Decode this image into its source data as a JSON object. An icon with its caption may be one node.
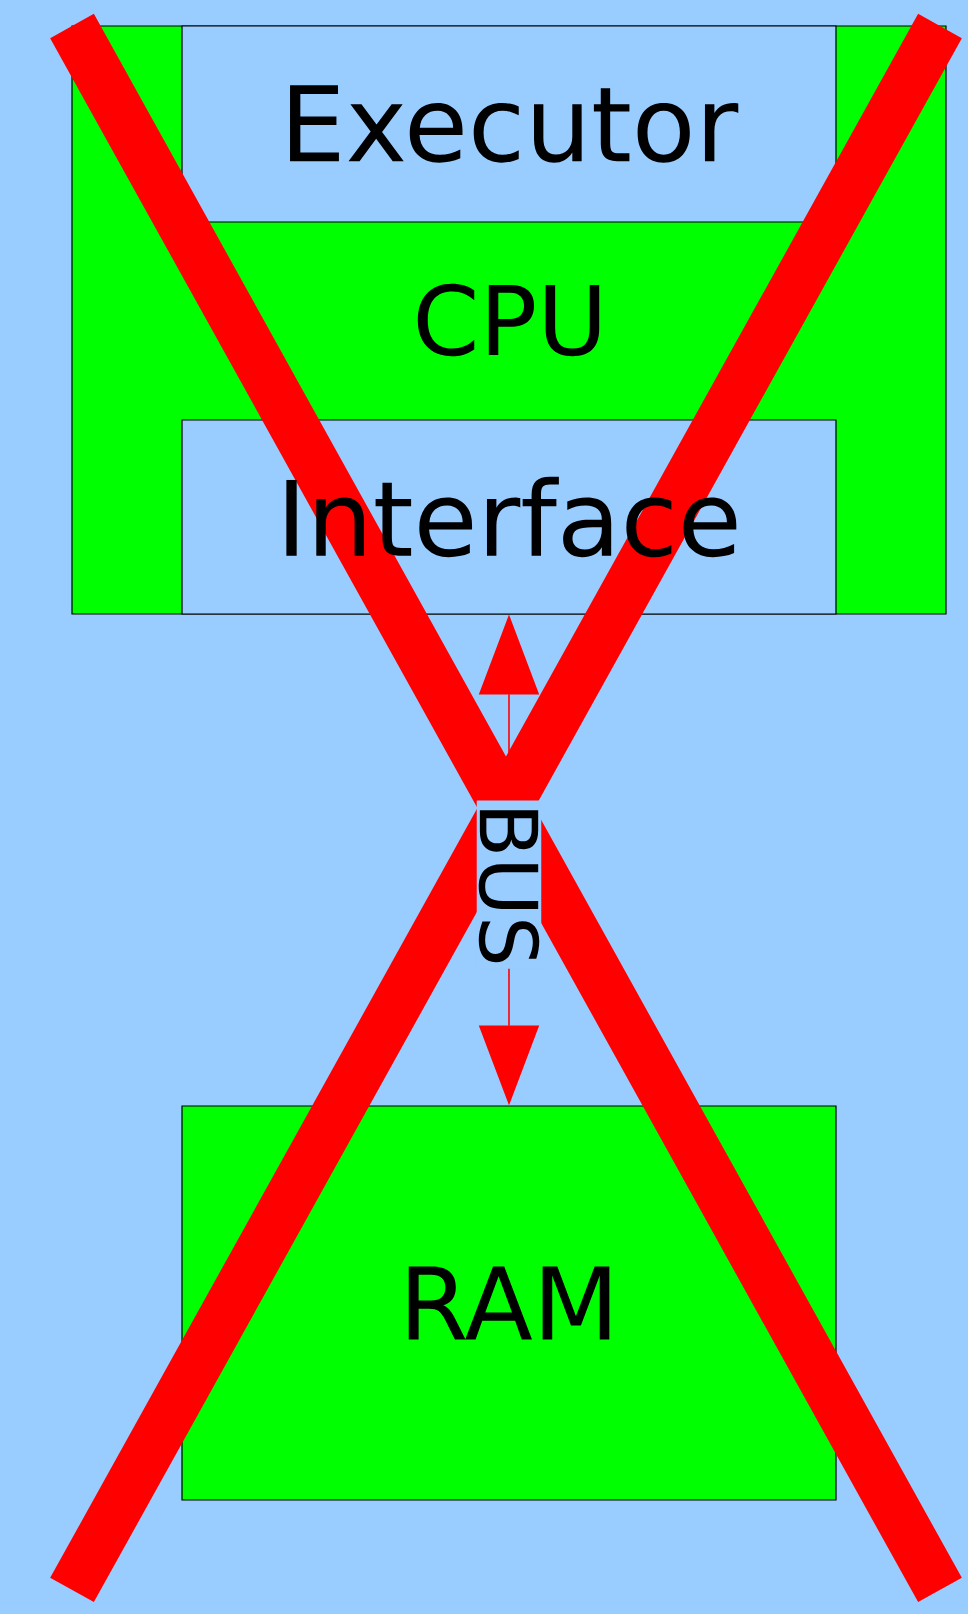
{
  "diagram": {
    "nodes": [
      {
        "text": [
          "CPU"
        ]
      },
      {
        "text": [
          "Executor"
        ],
        "in": 0
      },
      {
        "text": [
          "Interface"
        ],
        "in": 0
      },
      {
        "text": [
          "RAM"
        ]
      }
    ],
    "edges": [
      {
        "from": 2,
        "to": 3,
        "arrow": "both",
        "label": "BUS",
        "color": "#ff0000"
      }
    ]
  }
}
